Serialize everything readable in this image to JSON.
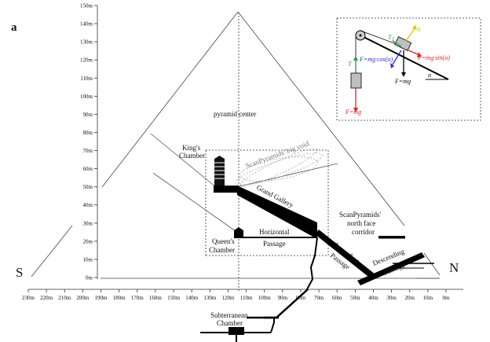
{
  "panel_label": "a",
  "y_axis": {
    "unit_ticks": [
      "0m",
      "10m",
      "20m",
      "30m",
      "40m",
      "50m",
      "60m",
      "70m",
      "80m",
      "90m",
      "100m",
      "110m",
      "120m",
      "130m",
      "140m",
      "150m"
    ]
  },
  "x_axis": {
    "unit_ticks": [
      "230m",
      "220m",
      "210m",
      "200m",
      "190m",
      "180m",
      "170m",
      "160m",
      "150m",
      "140m",
      "130m",
      "120m",
      "110m",
      "100m",
      "90m",
      "80m",
      "70m",
      "60m",
      "50m",
      "40m",
      "30m",
      "20m",
      "10m",
      "0m"
    ]
  },
  "labels": {
    "pyramid_center": "pyramid center",
    "kings_chamber_1": "King's",
    "kings_chamber_2": "Chamber",
    "big_void": "ScanPyramids' big void",
    "grand_gallery": "Grand Gallery",
    "queens_chamber_1": "Queen's",
    "queens_chamber_2": "Chamber",
    "horizontal_passage_1": "Horizontal",
    "horizontal_passage_2": "Passage",
    "north_face_1": "ScanPyramids'",
    "north_face_2": "north face",
    "north_face_3": "corridor",
    "ascending_passage_1": "Ascending",
    "ascending_passage_2": "Passage",
    "descending_passage_1": "Descending",
    "descending_passage_2": "Passage",
    "subterranean_1": "Subterranean",
    "subterranean_2": "Chamber",
    "south": "S",
    "north": "N"
  },
  "inset": {
    "tension_main": "T",
    "tension_sub": "1",
    "tension_left": "T",
    "normal_force": "F",
    "normal_sub": "N",
    "force_cos": "F=mg·cos(α)",
    "force_sin": "F=mg·sin(α)",
    "weight_block": "F=mg",
    "weight_hang": "F=mg",
    "angle": "α"
  },
  "colors": {
    "line": "#333333",
    "solid": "#000000",
    "void_outline": "#999999",
    "force_red": "#e02020",
    "force_blue": "#2a2ad0",
    "force_green": "#1e9e3c",
    "force_yellow": "#d8c800",
    "block_fill": "#bfbfbf"
  }
}
